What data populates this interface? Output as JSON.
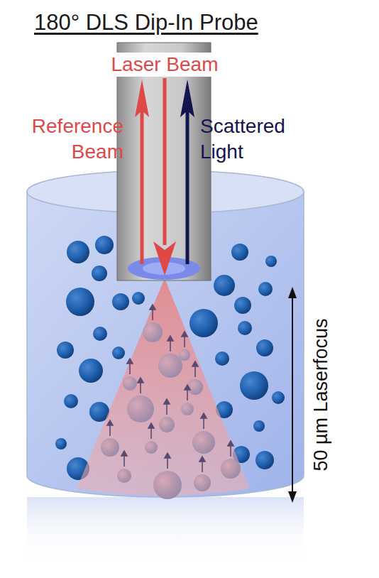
{
  "diagram": {
    "title": "180° DLS Dip-In Probe",
    "labels": [
      "Laser Beam",
      "Reference Beam",
      "Scattered Light",
      "50 µm Laserfocus"
    ]
  }
}
